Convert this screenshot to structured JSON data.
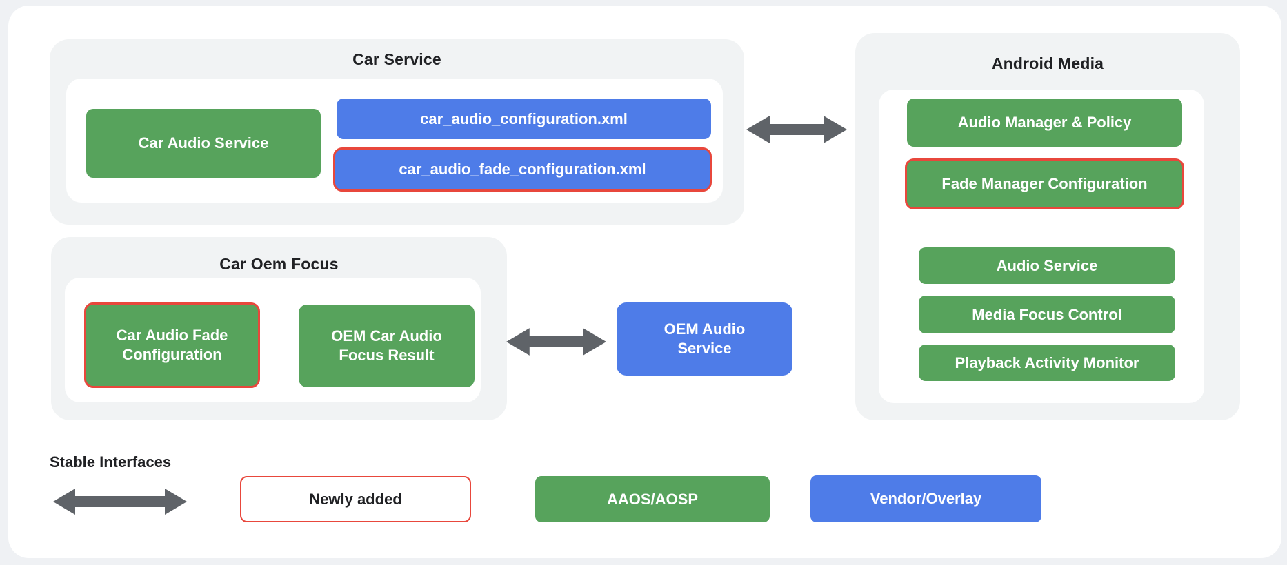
{
  "diagram": {
    "sections": {
      "car_service": {
        "title": "Car Service",
        "boxes": {
          "car_audio_service": "Car Audio Service",
          "car_audio_configuration_xml": "car_audio_configuration.xml",
          "car_audio_fade_configuration_xml": "car_audio_fade_configuration.xml"
        }
      },
      "android_media": {
        "title": "Android Media",
        "boxes": {
          "audio_manager_policy": "Audio Manager & Policy",
          "fade_manager_configuration": "Fade Manager Configuration",
          "audio_service": "Audio Service",
          "media_focus_control": "Media Focus Control",
          "playback_activity_monitor": "Playback Activity Monitor"
        }
      },
      "car_oem_focus": {
        "title": "Car Oem Focus",
        "boxes": {
          "car_audio_fade_configuration": "Car Audio Fade Configuration",
          "oem_car_audio_focus_result": "OEM Car Audio Focus Result"
        }
      },
      "oem_audio_service": "OEM Audio Service"
    },
    "legend": {
      "stable_interfaces_label": "Stable Interfaces",
      "newly_added": "Newly added",
      "aaos_aosp": "AAOS/AOSP",
      "vendor_overlay": "Vendor/Overlay"
    },
    "colors": {
      "aosp_green": "#57A35C",
      "vendor_blue": "#4E7CE8",
      "newly_added_red": "#E8473C",
      "arrow_gray": "#5F6368",
      "panel_gray": "#F1F3F4",
      "canvas_white": "#FFFFFF",
      "text_dark": "#202124"
    }
  }
}
